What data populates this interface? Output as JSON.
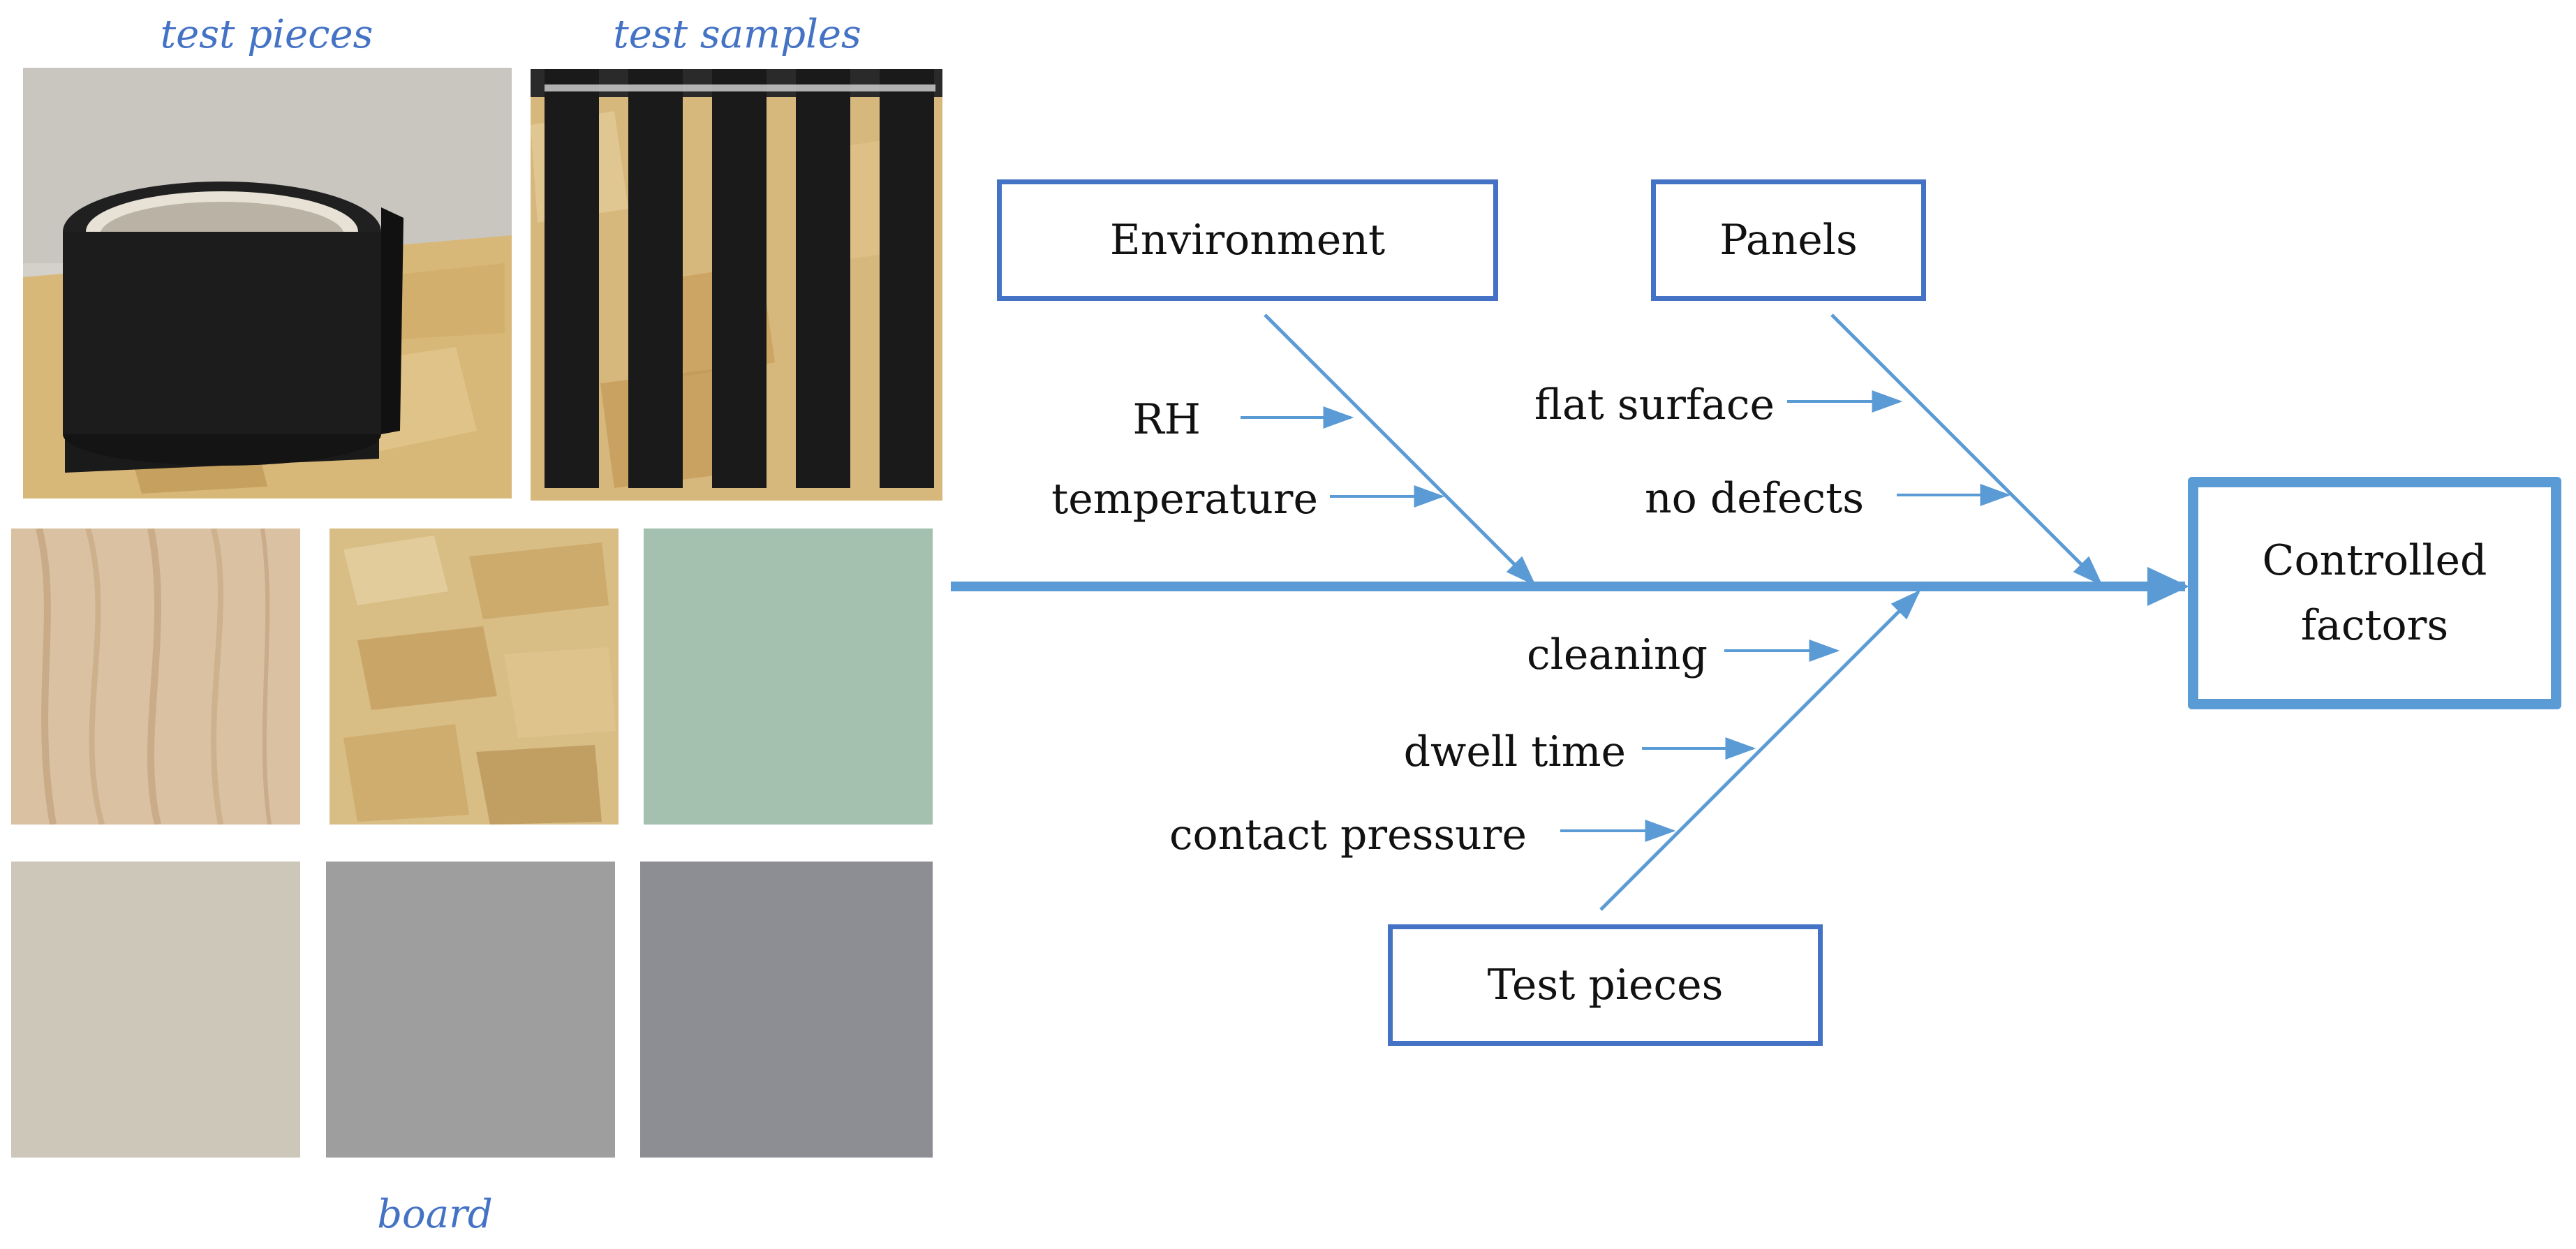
{
  "captions": {
    "test_pieces": "test pieces",
    "test_samples": "test samples",
    "board": "board"
  },
  "diagram": {
    "effect": {
      "line1": "Controlled",
      "line2": "factors"
    },
    "categories": {
      "environment": "Environment",
      "panels": "Panels",
      "test_pieces": "Test pieces"
    },
    "causes": {
      "rh": "RH",
      "temperature": "temperature",
      "flat_surface": "flat surface",
      "no_defects": "no defects",
      "cleaning": "cleaning",
      "dwell_time": "dwell time",
      "contact_pressure": "contact pressure"
    }
  },
  "colors": {
    "line": "#5b9bd5",
    "box_border": "#4472c4",
    "caption": "#4472c4"
  }
}
